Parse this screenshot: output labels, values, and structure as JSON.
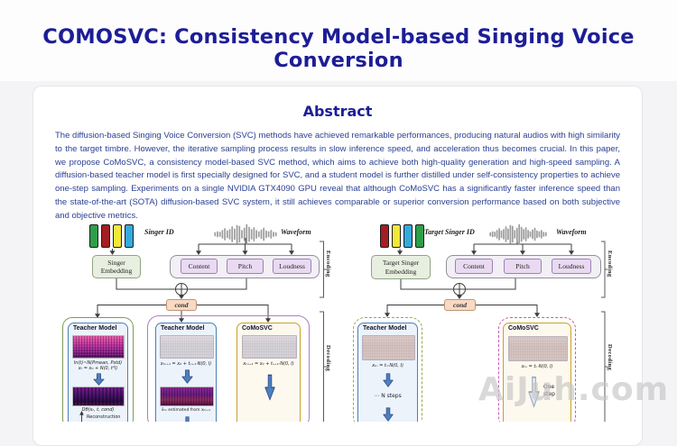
{
  "page": {
    "title": "COMOSVC: Consistency Model-based Singing Voice Conversion"
  },
  "abstract": {
    "heading": "Abstract",
    "text": "The diffusion-based Singing Voice Conversion (SVC) methods have achieved remarkable performances, producing natural audios with high similarity to the target timbre. However, the iterative sampling process results in slow inference speed, and acceleration thus becomes crucial. In this paper, we propose CoMoSVC, a consistency model-based SVC method, which aims to achieve both high-quality generation and high-speed sampling. A diffusion-based teacher model is first specially designed for SVC, and a student model is further distilled under self-consistency properties to achieve one-step sampling. Experiments on a single NVIDIA GTX4090 GPU reveal that although CoMoSVC has a significantly faster inference speed than the state-of-the-art (SOTA) diffusion-based SVC system, it still achieves comparable or superior conversion performance based on both subjective and objective metrics."
  },
  "figure": {
    "training": {
      "singer_id_label": "Singer ID",
      "singer_id_colors": [
        "#2f9e49",
        "#a41e22",
        "#f2e838",
        "#35aadc"
      ],
      "waveform_label": "Waveform",
      "embedding_label": "Singer\nEmbedding",
      "encoders": {
        "content": "Content",
        "pitch": "Pitch",
        "loudness": "Loudness"
      },
      "encoding_label": "Encoding",
      "cond_label": "cond",
      "teacher": {
        "title": "Teacher Model",
        "formula1": "ln(t)~N(Pmean, Pstd)",
        "formula2": "xₜ = x₀ + N(0, t²I)",
        "output_caption": "Dθ(xₜ, t, cond)",
        "reconstruction_label": "Reconstruction"
      },
      "student_teacher": {
        "title": "Teacher Model",
        "formula": "xₜₙ₊₁ = x₀ + tₙ₊₁·N(0, I)",
        "caption": "x̂ₜₙ estimated from xₜₙ₊₁"
      },
      "comosvc": {
        "title": "CoMoSVC",
        "formula": "xₜₙ₊₁ = x₀ + tₙ₊₁·N(0, I)"
      },
      "decoding_label": "Decoding"
    },
    "inference": {
      "singer_id_label": "Target Singer ID",
      "singer_id_colors": [
        "#a41e22",
        "#f2e838",
        "#35aadc",
        "#2f9e49"
      ],
      "waveform_label": "Waveform",
      "embedding_label": "Target Singer\nEmbedding",
      "encoders": {
        "content": "Content",
        "pitch": "Pitch",
        "loudness": "Loudness"
      },
      "encoding_label": "Encoding",
      "cond_label": "cond",
      "teacher": {
        "title": "Teacher Model",
        "formula": "xₜₙ = tₙ·N(0, I)",
        "steps_label": "⋯ N steps"
      },
      "comosvc": {
        "title": "CoMoSVC",
        "formula": "xₜₙ = tₙ·N(0, I)",
        "step_label": "One\nstep"
      },
      "decoding_label": "Decoding"
    }
  },
  "watermark": "AiJuh.com"
}
